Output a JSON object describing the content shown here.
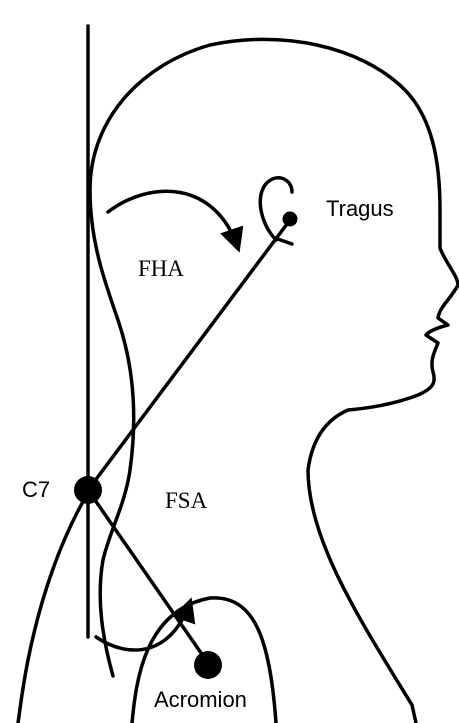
{
  "labels": {
    "tragus": "Tragus",
    "c7": "C7",
    "acromion": "Acromion",
    "fha": "FHA",
    "fsa": "FSA"
  },
  "colors": {
    "ink": "#000000",
    "background": "#ffffff"
  }
}
